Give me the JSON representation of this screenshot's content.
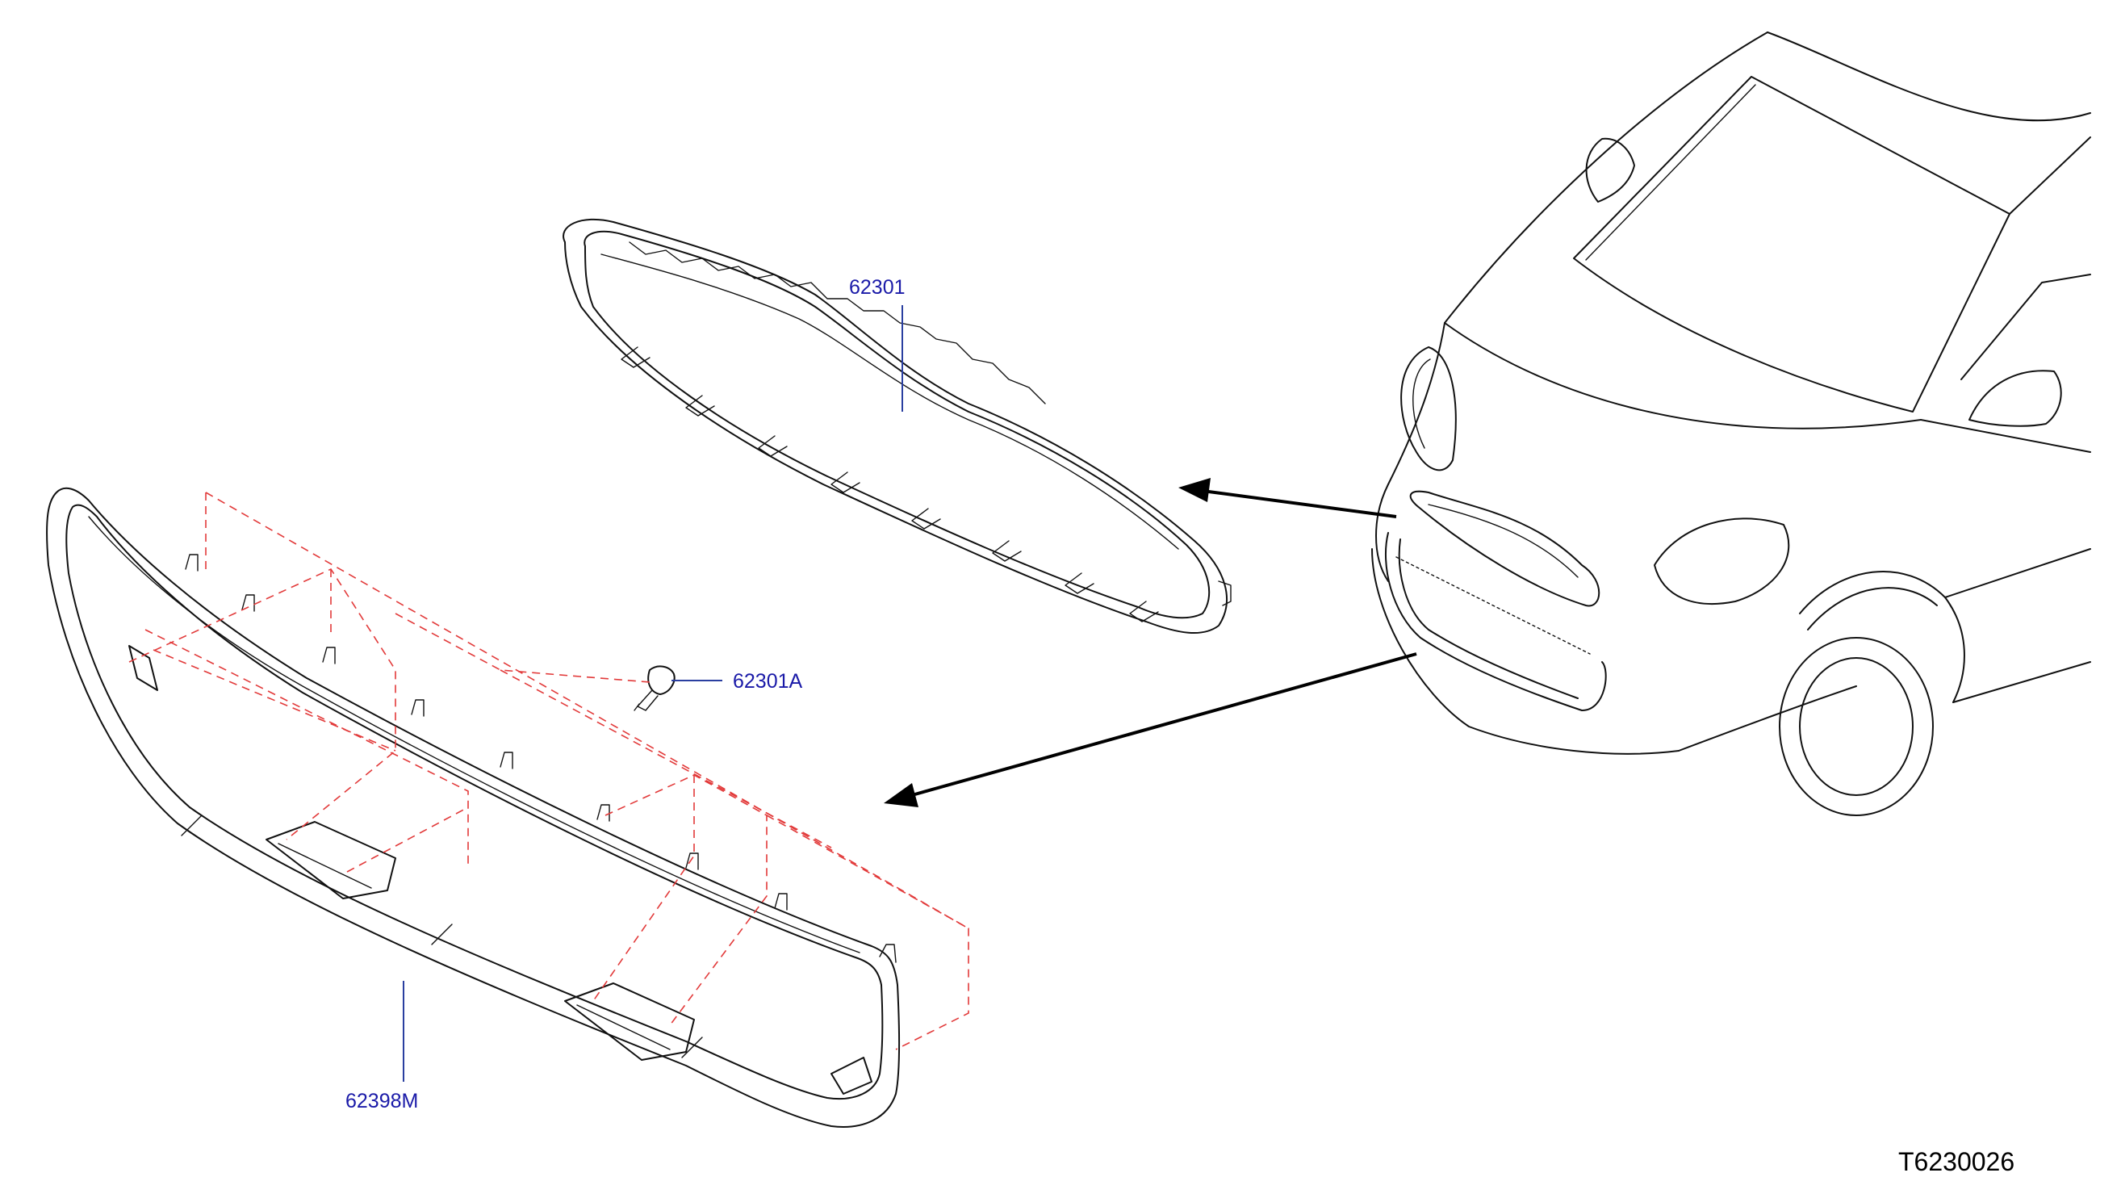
{
  "diagram": {
    "parts": [
      {
        "id": "grille-upper",
        "number": "62301"
      },
      {
        "id": "clip",
        "number": "62301A"
      },
      {
        "id": "grille-lower-frame",
        "number": "62398M"
      }
    ],
    "reference_code": "T6230026",
    "colors": {
      "line": "#111111",
      "callout_text": "#1a1aa8",
      "callout_line": "#2a3fa0",
      "dashed_guide": "#e23a3a"
    }
  }
}
